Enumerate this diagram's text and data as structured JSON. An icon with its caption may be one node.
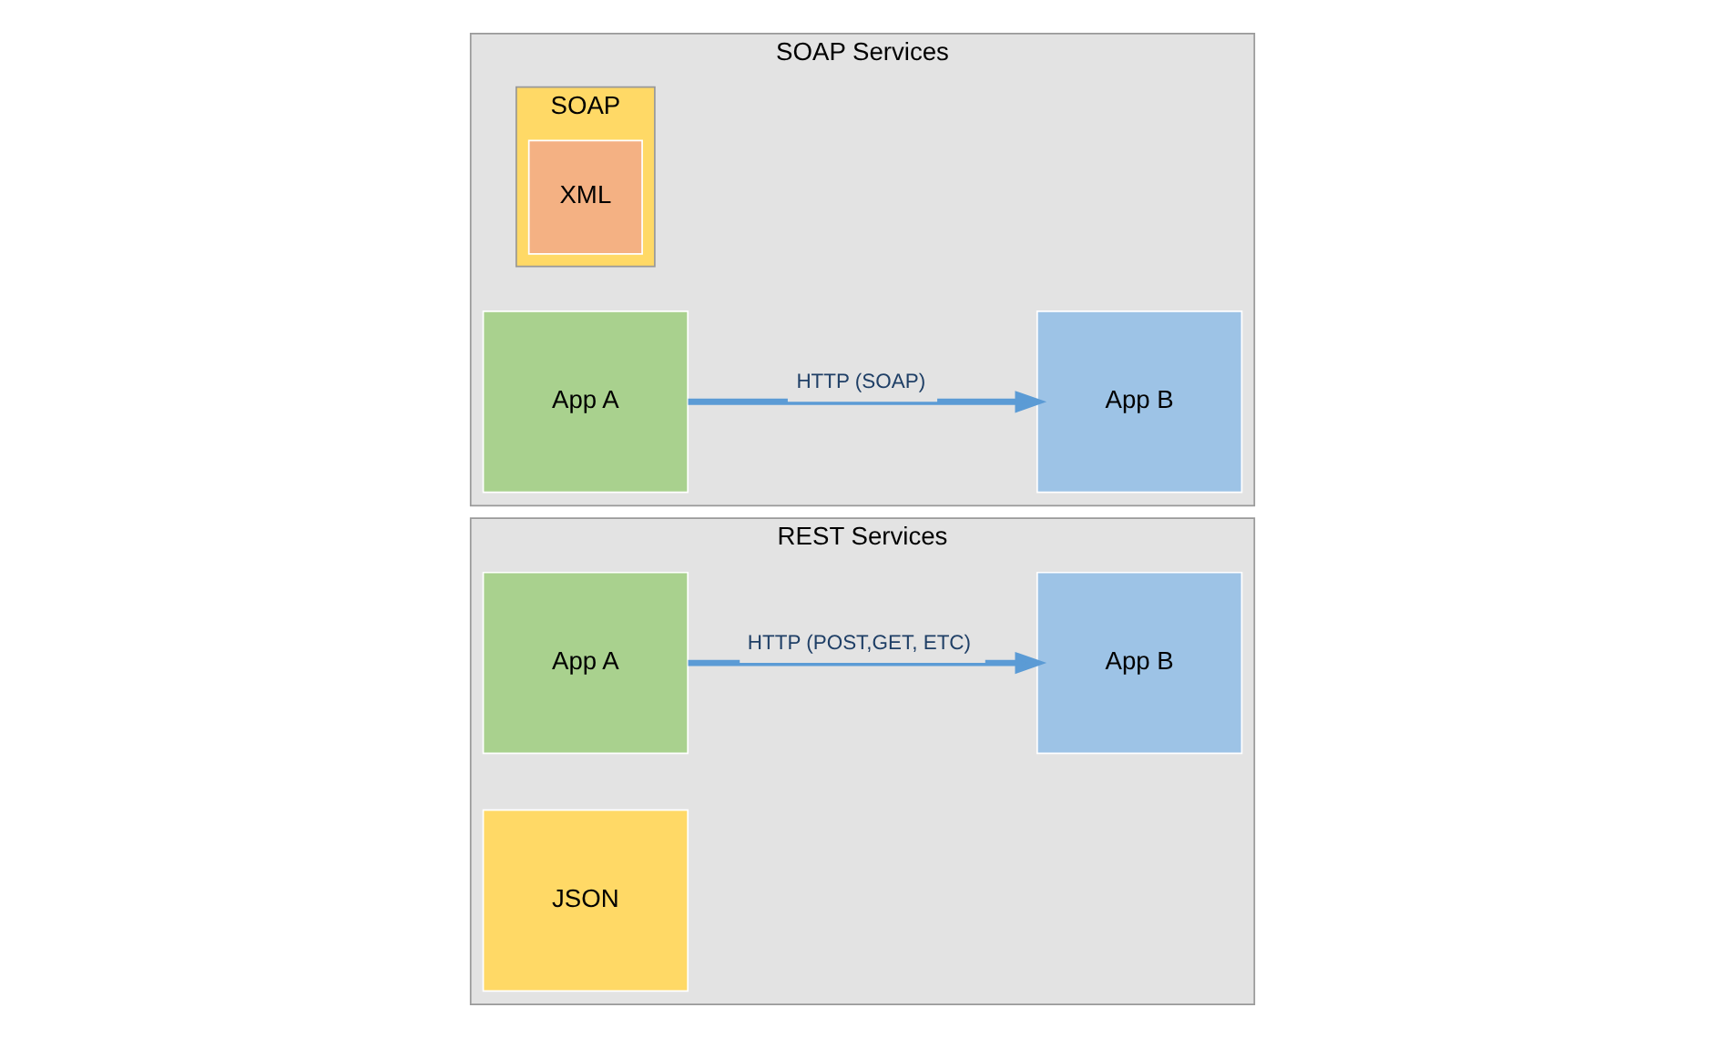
{
  "diagram": {
    "nodes": [
      {
        "text": [
          "SOAP Services"
        ]
      },
      {
        "text": [
          "App A"
        ],
        "in": 0
      },
      {
        "text": [
          "SOAP"
        ],
        "in": 0
      },
      {
        "text": [
          "XML"
        ],
        "in": 2
      },
      {
        "text": [
          "App B"
        ],
        "in": 0
      },
      {
        "text": [
          "REST Services"
        ]
      },
      {
        "text": [
          "App A"
        ],
        "in": 5
      },
      {
        "text": [
          "JSON"
        ],
        "in": 5
      },
      {
        "text": [
          "App B"
        ],
        "in": 5
      }
    ],
    "edges": [
      {
        "from": 1,
        "to": 4,
        "arrow": "to",
        "label": "HTTP (SOAP)"
      },
      {
        "from": 6,
        "to": 8,
        "arrow": "to",
        "label": "HTTP (POST,GET, ETC)"
      }
    ]
  }
}
